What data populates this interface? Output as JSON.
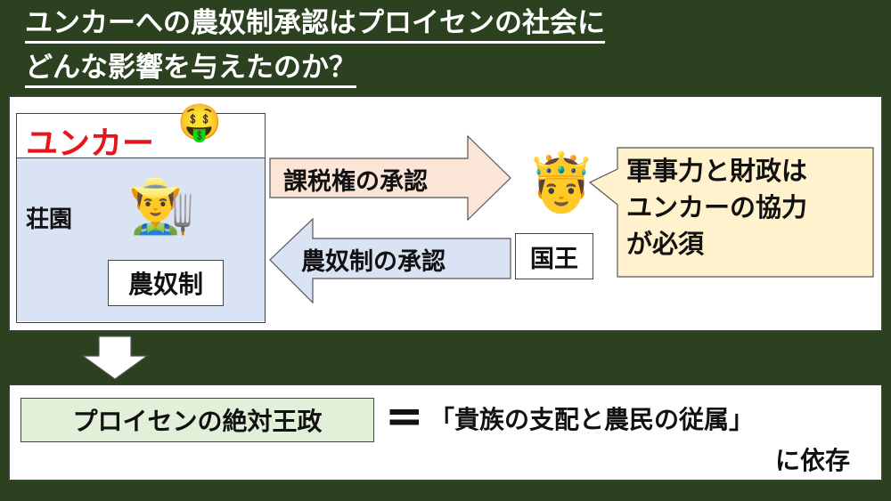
{
  "title": {
    "line1": "ユンカーへの農奴制承認はプロイセンの社会に",
    "line2": "どんな影響を与えたのか？"
  },
  "junker": {
    "label": "ユンカー",
    "estate": "荘園",
    "serfdom": "農奴制"
  },
  "arrows": {
    "to_king": "課税権の承認",
    "to_junker": "農奴制の承認"
  },
  "king": {
    "label": "国王",
    "callout": [
      "軍事力と財政は",
      "ユンカーの協力",
      "が必須"
    ]
  },
  "conclusion": {
    "left": "プロイセンの絶対王政",
    "equals": "=",
    "right_line1": "「貴族の支配と農民の従属」",
    "right_line2": "に依存"
  },
  "colors": {
    "background": "#2c4120",
    "junker_red": "#e8141c",
    "estate_blue": "#dae3f3",
    "arrow_pink": "#fbe5d6",
    "callout_yellow": "#fff2cc",
    "green_box": "#e2f0d9"
  }
}
